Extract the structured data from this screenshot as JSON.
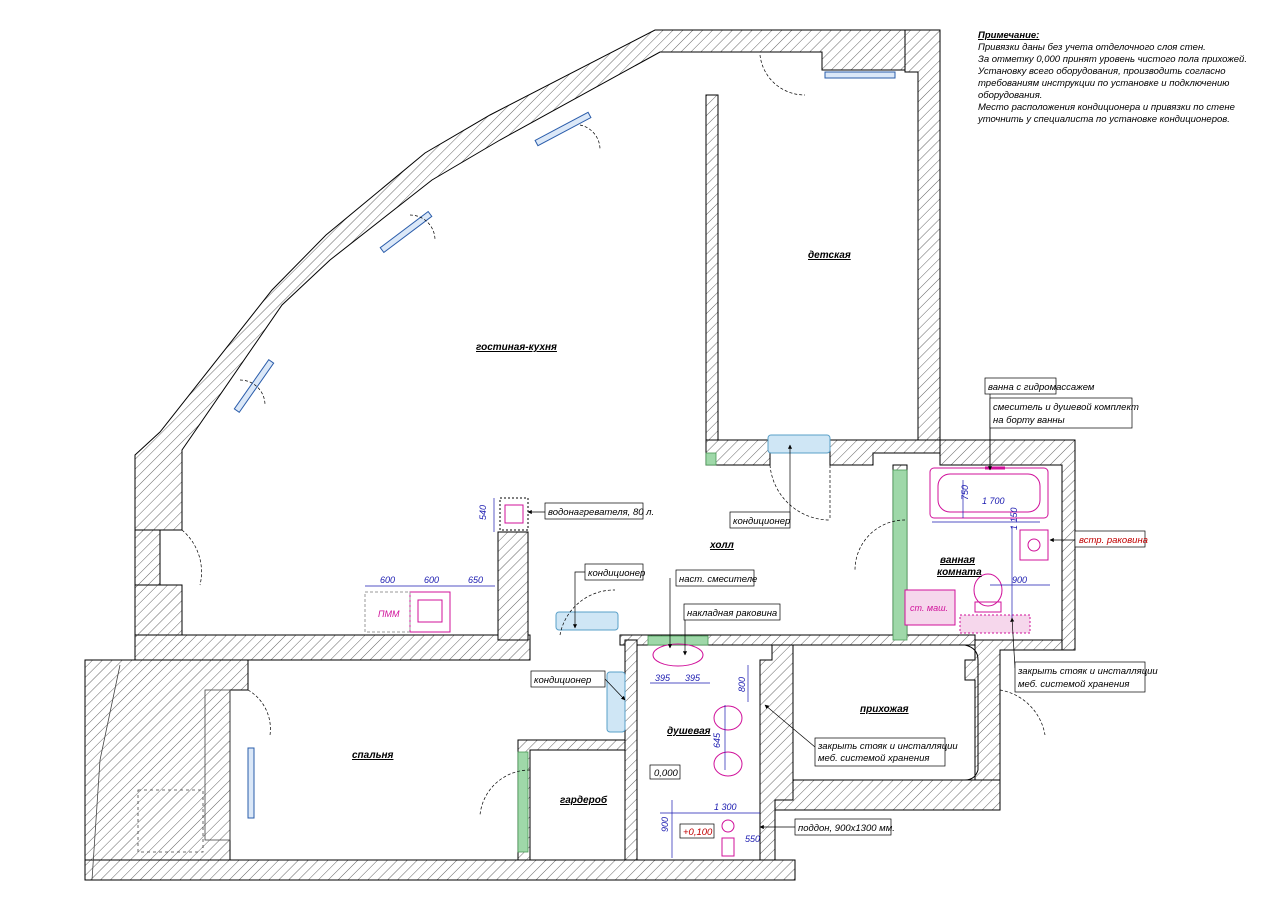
{
  "note": {
    "title": "Примечание:",
    "lines": [
      "Привязки даны без учета отделочного слоя стен.",
      "За отметку 0,000 принят уровень чистого пола прихожей.",
      "Установку всего оборудования, производить согласно требованиям инструкции по установке и подключению оборудования.",
      "Место расположения кондиционера и привязки по стене уточнить у специалиста по установке кондиционеров."
    ]
  },
  "rooms": {
    "kids": "детская",
    "living": "гостиная-кухня",
    "hall": "холл",
    "bath": "ванная комната",
    "bath_line1": "ванная",
    "bath_line2": "комната",
    "entry": "прихожая",
    "bedroom": "спальня",
    "wardrobe": "гардероб",
    "shower": "душевая"
  },
  "callouts": {
    "water_heater": "водонагревателя, 80 л.",
    "ac_kids": "кондиционер",
    "ac_hall": "кондиционер",
    "ac_bedroom": "кондиционер",
    "mixer": "наст. смесителе",
    "basin": "накладная раковина",
    "jacuzzi": "ванна с гидромассажем",
    "bath_mixer_1": "смеситель и душевой комплект",
    "bath_mixer_2": "на борту ванны",
    "builtin_sink": "встр. раковина",
    "risers_bath_1": "закрыть стояк и инсталляции",
    "risers_bath_2": "меб. системой хранения",
    "risers_shower_1": "закрыть стояк и инсталляции",
    "risers_shower_2": "меб. системой хранения",
    "tray": "поддон, 900х1300 мм."
  },
  "equipment": {
    "dishwasher": "ПММ",
    "washer": "ст. маш.",
    "level_zero": "0,000",
    "level_plus": "+0,100"
  },
  "dims": {
    "d540": "540",
    "d600a": "600",
    "d600b": "600",
    "d650": "650",
    "d750": "750",
    "d1700": "1 700",
    "d1150": "1 150",
    "d900a": "900",
    "d395a": "395",
    "d395b": "395",
    "d800": "800",
    "d645": "645",
    "d1300": "1 300",
    "d900b": "900",
    "d550": "550"
  },
  "colors": {
    "wall_hatch": "#555555",
    "window": "#4a7fd0",
    "ac_fill": "#cfe6f5",
    "tile": "#9fd8a9",
    "accent": "#d0109a",
    "dimension": "#1a1ab0",
    "red_label": "#c00000"
  }
}
